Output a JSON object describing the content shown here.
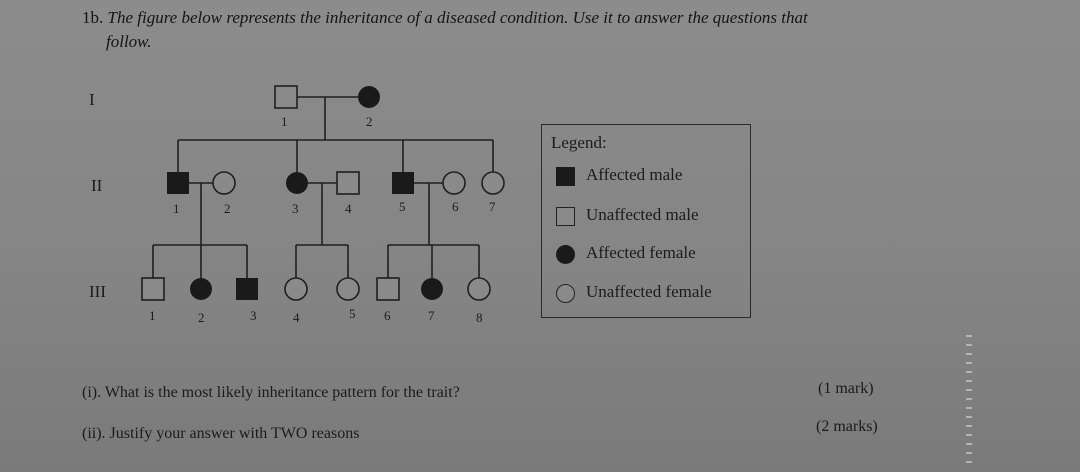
{
  "question": {
    "number": "1b.",
    "text": "The figure below represents the inheritance of a diseased condition. Use it to answer the questions that",
    "text_cont": "follow."
  },
  "generations": [
    "I",
    "II",
    "III"
  ],
  "pedigree": {
    "gen1": [
      "1",
      "2"
    ],
    "gen2": [
      "1",
      "2",
      "3",
      "4",
      "5",
      "6",
      "7"
    ],
    "gen3": [
      "1",
      "2",
      "3",
      "4",
      "5",
      "6",
      "7",
      "8"
    ]
  },
  "legend": {
    "title": "Legend:",
    "items": [
      {
        "symbol": "filled-square",
        "label": "Affected male"
      },
      {
        "symbol": "open-square",
        "label": "Unaffected male"
      },
      {
        "symbol": "filled-circle",
        "label": "Affected female"
      },
      {
        "symbol": "open-circle",
        "label": "Unaffected female"
      }
    ]
  },
  "subquestions": [
    {
      "text": "(i). What is the most likely inheritance pattern for the trait?",
      "marks": "(1 mark)"
    },
    {
      "text": "(ii). Justify your answer with TWO reasons",
      "marks": "(2 marks)"
    }
  ],
  "colors": {
    "ink": "#1a1a1a",
    "paper": "#8a8a8a"
  }
}
